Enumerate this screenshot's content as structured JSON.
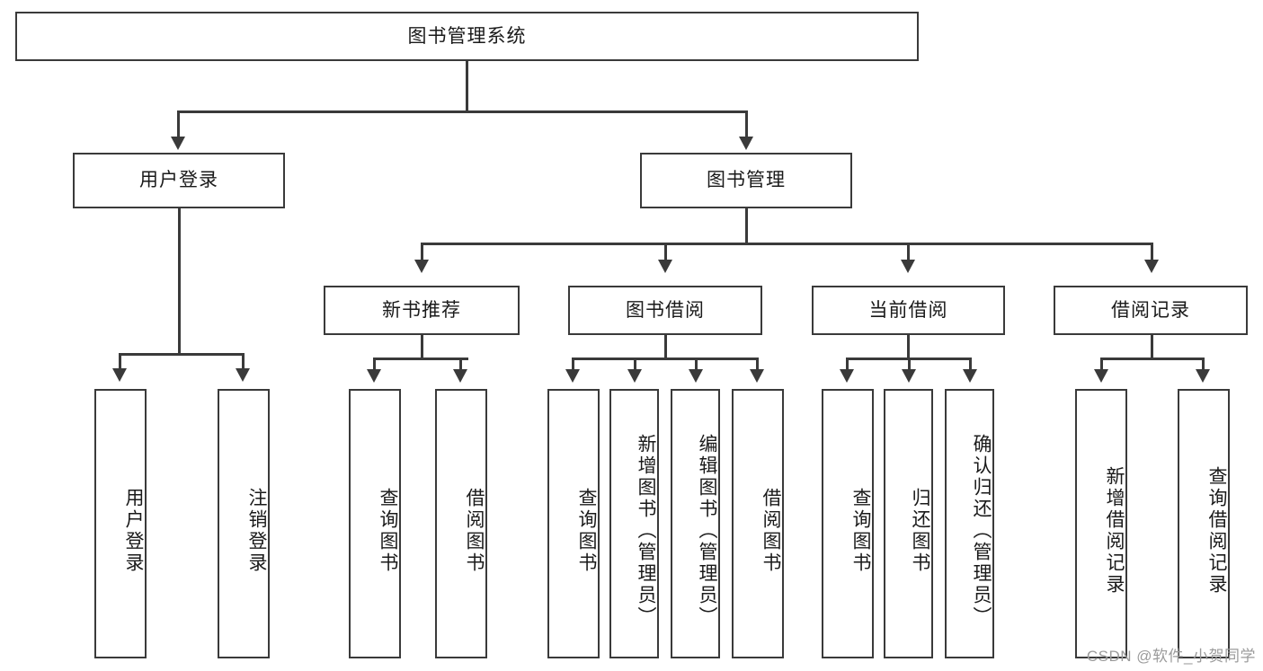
{
  "diagram": {
    "type": "tree",
    "title": "图书管理系统",
    "root": {
      "label": "图书管理系统"
    },
    "level1": [
      {
        "label": "用户登录"
      },
      {
        "label": "图书管理"
      }
    ],
    "level2": [
      {
        "label": "新书推荐"
      },
      {
        "label": "图书借阅"
      },
      {
        "label": "当前借阅"
      },
      {
        "label": "借阅记录"
      }
    ],
    "leaves": {
      "user_login": [
        {
          "label": "用户登录"
        },
        {
          "label": "注销登录"
        }
      ],
      "new_book_recommend": [
        {
          "label": "查询图书"
        },
        {
          "label": "借阅图书"
        }
      ],
      "book_borrow": [
        {
          "label": "查询图书"
        },
        {
          "label": "新增图书（管理员）"
        },
        {
          "label": "编辑图书（管理员）"
        },
        {
          "label": "借阅图书"
        }
      ],
      "current_borrow": [
        {
          "label": "查询图书"
        },
        {
          "label": "归还图书"
        },
        {
          "label": "确认归还（管理员）"
        }
      ],
      "borrow_record": [
        {
          "label": "新增借阅记录"
        },
        {
          "label": "查询借阅记录"
        }
      ]
    }
  },
  "watermark": {
    "text": "CSDN @软件_小贺同学"
  },
  "colors": {
    "stroke": "#3a3a3a",
    "background": "#ffffff",
    "text": "#1a1a1a",
    "watermark": "#9b9b9b"
  }
}
